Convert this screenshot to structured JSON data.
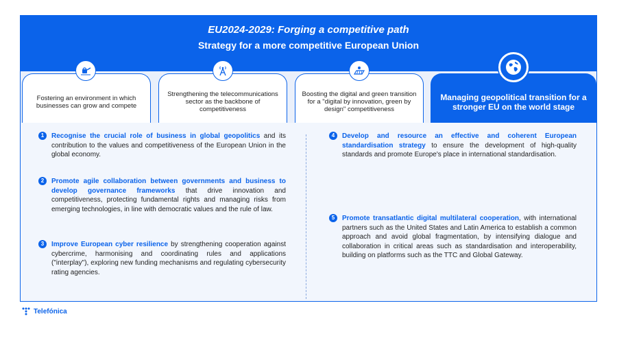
{
  "header": {
    "title": "EU2024-2029: Forging a competitive path",
    "subtitle": "Strategy for a more competitive European Union"
  },
  "tabs": [
    {
      "label": "Fostering an environment in which businesses can grow and compete",
      "icon": "watering-can-icon"
    },
    {
      "label": "Strengthening the telecommunications sector as the backbone of competitiveness",
      "icon": "antenna-tower-icon"
    },
    {
      "label": "Boosting the digital and green transition for a \"digital by innovation, green by design\" competitiveness",
      "icon": "solar-panel-icon"
    },
    {
      "label": "Managing geopolitical transition for a stronger EU on the world stage",
      "icon": "globe-icon",
      "active": true
    }
  ],
  "items": [
    {
      "num": "1",
      "bold": "Recognise the crucial role of business in global geopolitics",
      "text": " and its contribution to the values and competitiveness of the European Union in the global economy."
    },
    {
      "num": "2",
      "bold": "Promote agile collaboration between governments and business to develop governance frameworks",
      "text": " that drive innovation and competitiveness, protecting fundamental rights and managing risks from emerging technologies, in line with democratic values and the rule of law."
    },
    {
      "num": "3",
      "bold": "Improve European cyber resilience",
      "text": " by strengthening cooperation against cybercrime, harmonising and coordinating rules and applications (\"interplay\"), exploring new funding mechanisms and regulating cybersecurity rating agencies."
    },
    {
      "num": "4",
      "bold": "Develop and resource an effective and coherent European standardisation strategy",
      "text": " to ensure the development of high-quality standards and promote Europe's place in international standardisation."
    },
    {
      "num": "5",
      "bold": "Promote transatlantic digital multilateral cooperation",
      "text": ", with international partners such as the United States and Latin America to establish a common approach and avoid global fragmentation, by intensifying dialogue and collaboration in critical areas such as standardisation and interoperability, building on platforms such as the TTC and Global Gateway."
    }
  ],
  "footer": {
    "brand": "Telefónica"
  },
  "colors": {
    "accent": "#0b63ea",
    "panel": "#eaf0fb"
  }
}
